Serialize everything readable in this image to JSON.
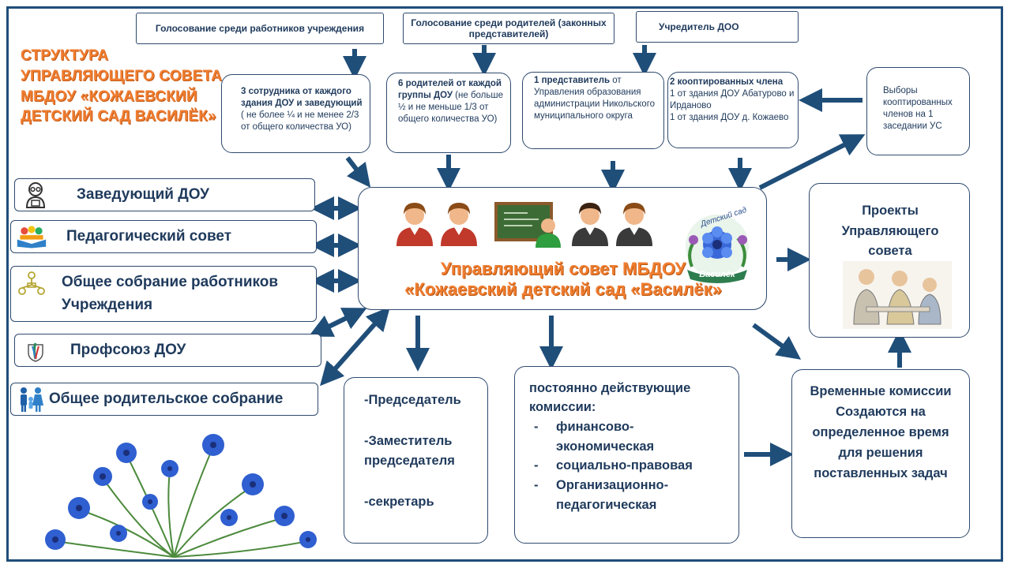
{
  "title": "СТРУКТУРА УПРАВЛЯЮЩЕГО СОВЕТА МБДОУ «КОЖАЕВСКИЙ ДЕТСКИЙ САД ВАСИЛЁК»",
  "top_sources": [
    {
      "text": "Голосование среди работников учреждения"
    },
    {
      "text": "Голосование среди родителей (законных представителей)"
    },
    {
      "text": "Учредитель ДОО"
    }
  ],
  "members": {
    "staff": {
      "bold": "3 сотрудника от каждого здания ДОУ и заведующий",
      "rest": " ( не более ¼ и не менее 2/3   от общего  количества УО)"
    },
    "parents": {
      "bold": "6 родителей от каждой группы ДОУ",
      "rest": " (не больше ½ и не меньше 1/3 от общего количества УО)"
    },
    "founder": {
      "bold": "1 представитель",
      "rest": " от Управления образования администрации Никольского муниципального округа"
    },
    "coopted": {
      "bold": "2 кооптированных члена",
      "line1": "1 от здания ДОУ Абатурово  и Ирданово",
      "line2": "1 от здания ДОУ  д. Кожаево"
    }
  },
  "elections": "Выборы кооптированных членов на 1 заседании УС",
  "left_bodies": [
    {
      "label": "Заведующий ДОУ",
      "icon": "teacher-icon"
    },
    {
      "label": "Педагогический совет",
      "icon": "students-book-icon"
    },
    {
      "label": "Общее собрание работников Учреждения",
      "icon": "network-people-icon"
    },
    {
      "label": "Профсоюз ДОУ",
      "icon": "union-logo-icon"
    },
    {
      "label": "Общее родительское собрание",
      "icon": "family-icon"
    }
  ],
  "center": {
    "title_line1": "Управляющий совет МБДОУ",
    "title_line2": "«Кожаевский детский сад «Василёк»",
    "logo_text": "Детский сад",
    "logo_ribbon": "Василёк"
  },
  "projects": {
    "title": "Проекты Управляющего совета"
  },
  "officers": {
    "items": [
      "-Председатель",
      "-Заместитель председателя",
      "-секретарь"
    ]
  },
  "permanent": {
    "title": "постоянно  действующие комиссии:",
    "items": [
      "финансово-экономическая",
      "социально-правовая",
      "Организационно-педагогическая"
    ]
  },
  "temporary": {
    "text": "Временные комиссии Создаются на определенное время для решения поставленных задач"
  },
  "colors": {
    "accent": "#f07d30",
    "text": "#1f3a5c",
    "arrow": "#1f4e79"
  }
}
